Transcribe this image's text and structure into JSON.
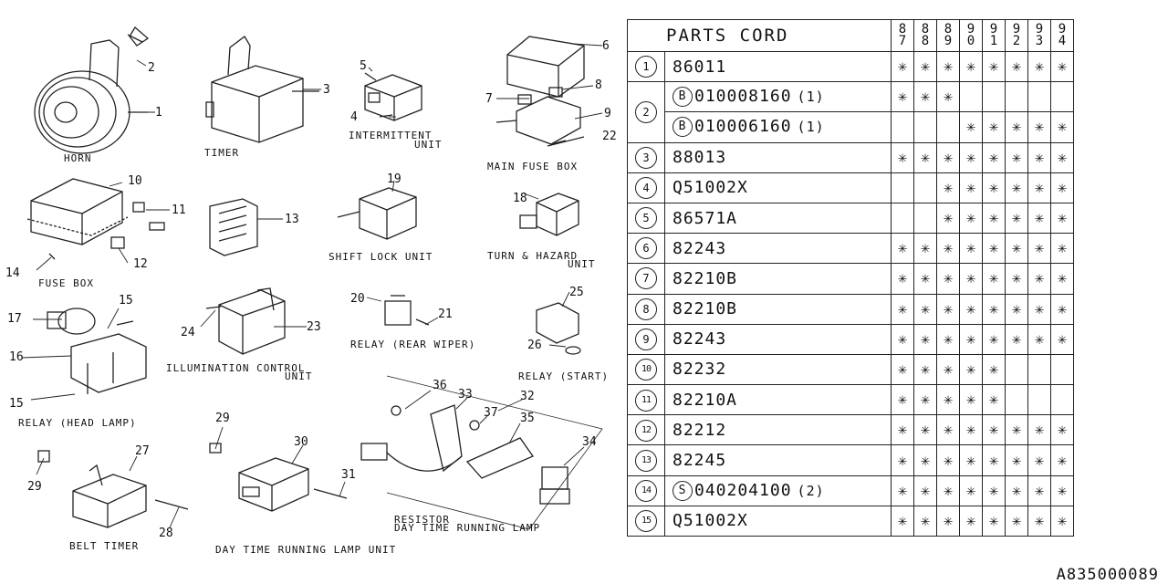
{
  "diagram": {
    "labels": {
      "horn": "HORN",
      "timer": "TIMER",
      "intermittent_1": "INTERMITTENT",
      "intermittent_2": "UNIT",
      "main_fuse_box": "MAIN FUSE BOX",
      "fuse_box": "FUSE BOX",
      "shift_lock_unit": "SHIFT LOCK UNIT",
      "turn_hazard_1": "TURN & HAZARD",
      "turn_hazard_2": "UNIT",
      "illum_1": "ILLUMINATION CONTROL",
      "illum_2": "UNIT",
      "relay_rear_wiper": "RELAY (REAR WIPER)",
      "relay_start": "RELAY (START)",
      "relay_head_lamp": "RELAY (HEAD LAMP)",
      "belt_timer": "BELT TIMER",
      "drl_unit": "DAY TIME RUNNING LAMP UNIT",
      "resistor_1": "RESISTOR",
      "resistor_2": "DAY TIME RUNNING LAMP"
    },
    "callouts": [
      "1",
      "2",
      "3",
      "4",
      "5",
      "6",
      "7",
      "8",
      "9",
      "10",
      "11",
      "12",
      "13",
      "14",
      "15",
      "15",
      "16",
      "17",
      "18",
      "19",
      "20",
      "21",
      "22",
      "23",
      "24",
      "25",
      "26",
      "27",
      "28",
      "29",
      "29",
      "30",
      "31",
      "32",
      "33",
      "34",
      "35",
      "36",
      "37"
    ]
  },
  "table": {
    "title": "PARTS CORD",
    "years": [
      [
        "8",
        "7"
      ],
      [
        "8",
        "8"
      ],
      [
        "8",
        "9"
      ],
      [
        "9",
        "0"
      ],
      [
        "9",
        "1"
      ],
      [
        "9",
        "2"
      ],
      [
        "9",
        "3"
      ],
      [
        "9",
        "4"
      ]
    ],
    "mark_symbol": "✳",
    "rows": [
      {
        "index": "1",
        "code": "86011",
        "prefix": "",
        "qty": "",
        "marks": [
          1,
          1,
          1,
          1,
          1,
          1,
          1,
          1
        ]
      },
      {
        "index": "2",
        "code": "010008160",
        "prefix": "B",
        "qty": "(1)",
        "marks": [
          1,
          1,
          1,
          0,
          0,
          0,
          0,
          0
        ]
      },
      {
        "index": "",
        "code": "010006160",
        "prefix": "B",
        "qty": "(1)",
        "marks": [
          0,
          0,
          0,
          1,
          1,
          1,
          1,
          1
        ]
      },
      {
        "index": "3",
        "code": "88013",
        "prefix": "",
        "qty": "",
        "marks": [
          1,
          1,
          1,
          1,
          1,
          1,
          1,
          1
        ]
      },
      {
        "index": "4",
        "code": "Q51002X",
        "prefix": "",
        "qty": "",
        "marks": [
          0,
          0,
          1,
          1,
          1,
          1,
          1,
          1
        ]
      },
      {
        "index": "5",
        "code": "86571A",
        "prefix": "",
        "qty": "",
        "marks": [
          0,
          0,
          1,
          1,
          1,
          1,
          1,
          1
        ]
      },
      {
        "index": "6",
        "code": "82243",
        "prefix": "",
        "qty": "",
        "marks": [
          1,
          1,
          1,
          1,
          1,
          1,
          1,
          1
        ]
      },
      {
        "index": "7",
        "code": "82210B",
        "prefix": "",
        "qty": "",
        "marks": [
          1,
          1,
          1,
          1,
          1,
          1,
          1,
          1
        ]
      },
      {
        "index": "8",
        "code": "82210B",
        "prefix": "",
        "qty": "",
        "marks": [
          1,
          1,
          1,
          1,
          1,
          1,
          1,
          1
        ]
      },
      {
        "index": "9",
        "code": "82243",
        "prefix": "",
        "qty": "",
        "marks": [
          1,
          1,
          1,
          1,
          1,
          1,
          1,
          1
        ]
      },
      {
        "index": "10",
        "code": "82232",
        "prefix": "",
        "qty": "",
        "marks": [
          1,
          1,
          1,
          1,
          1,
          0,
          0,
          0
        ]
      },
      {
        "index": "11",
        "code": "82210A",
        "prefix": "",
        "qty": "",
        "marks": [
          1,
          1,
          1,
          1,
          1,
          0,
          0,
          0
        ]
      },
      {
        "index": "12",
        "code": "82212",
        "prefix": "",
        "qty": "",
        "marks": [
          1,
          1,
          1,
          1,
          1,
          1,
          1,
          1
        ]
      },
      {
        "index": "13",
        "code": "82245",
        "prefix": "",
        "qty": "",
        "marks": [
          1,
          1,
          1,
          1,
          1,
          1,
          1,
          1
        ]
      },
      {
        "index": "14",
        "code": "040204100",
        "prefix": "S",
        "qty": "(2)",
        "marks": [
          1,
          1,
          1,
          1,
          1,
          1,
          1,
          1
        ]
      },
      {
        "index": "15",
        "code": "Q51002X",
        "prefix": "",
        "qty": "",
        "marks": [
          1,
          1,
          1,
          1,
          1,
          1,
          1,
          1
        ]
      }
    ]
  },
  "figure_id": "A835000089"
}
